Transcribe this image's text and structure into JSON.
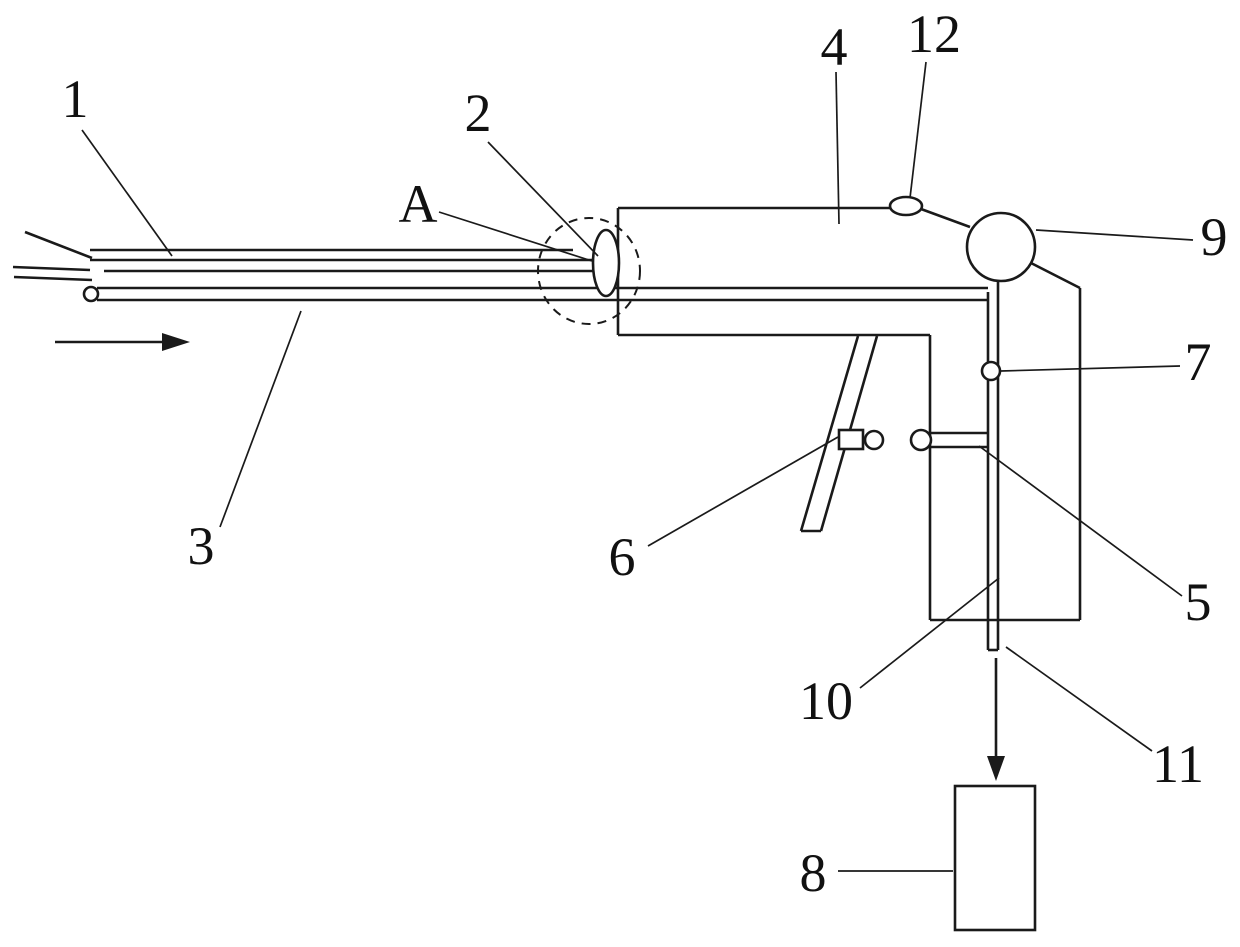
{
  "figure": {
    "type": "technical-line-drawing",
    "background_color": "#ffffff",
    "line_color": "#1a1a1a",
    "labels": {
      "n1": "1",
      "n2": "2",
      "n3": "3",
      "n4": "4",
      "n5": "5",
      "n6": "6",
      "n7": "7",
      "n8": "8",
      "n9": "9",
      "n10": "10",
      "n11": "11",
      "n12": "12",
      "A": "A"
    }
  }
}
